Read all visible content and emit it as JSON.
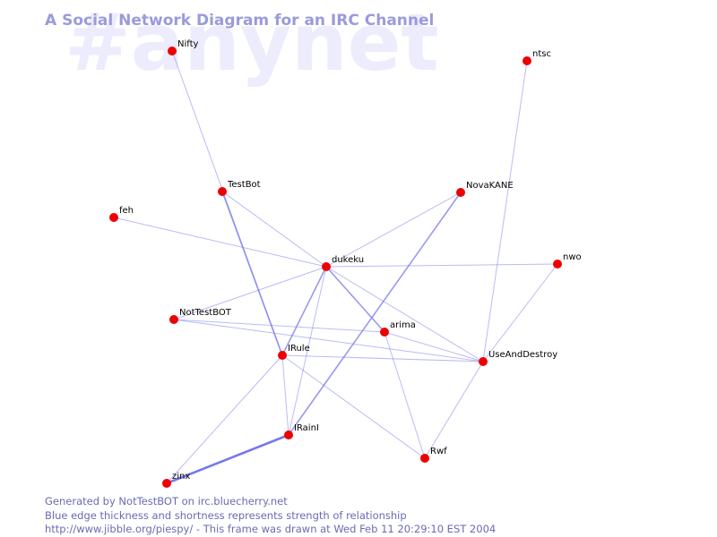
{
  "watermark": "#anynet",
  "title": "A Social Network Diagram for an IRC Channel",
  "colors": {
    "background": "#ffffff",
    "edge": "#7777ee",
    "node": "#ee0000",
    "title": "#9a9adc",
    "footer": "#6a6ab4"
  },
  "nodes": [
    {
      "id": "Nifty",
      "label": "Nifty"
    },
    {
      "id": "ntsc",
      "label": "ntsc"
    },
    {
      "id": "TestBot",
      "label": "TestBot"
    },
    {
      "id": "NovaKANE",
      "label": "NovaKANE"
    },
    {
      "id": "feh",
      "label": "feh"
    },
    {
      "id": "dukeku",
      "label": "dukeku"
    },
    {
      "id": "nwo",
      "label": "nwo"
    },
    {
      "id": "NotTestBOT",
      "label": "NotTestBOT"
    },
    {
      "id": "arima",
      "label": "arima"
    },
    {
      "id": "IRule",
      "label": "IRule"
    },
    {
      "id": "UseAndDestroy",
      "label": "UseAndDestroy"
    },
    {
      "id": "IRainI",
      "label": "IRainI"
    },
    {
      "id": "Rwf",
      "label": "Rwf"
    },
    {
      "id": "zinx",
      "label": "zinx"
    }
  ],
  "edges": [
    {
      "source": "Nifty",
      "target": "IRule",
      "weight": 1
    },
    {
      "source": "ntsc",
      "target": "UseAndDestroy",
      "weight": 1
    },
    {
      "source": "TestBot",
      "target": "dukeku",
      "weight": 1
    },
    {
      "source": "TestBot",
      "target": "IRule",
      "weight": 2
    },
    {
      "source": "NovaKANE",
      "target": "dukeku",
      "weight": 1
    },
    {
      "source": "NovaKANE",
      "target": "IRainI",
      "weight": 2
    },
    {
      "source": "feh",
      "target": "dukeku",
      "weight": 1
    },
    {
      "source": "dukeku",
      "target": "nwo",
      "weight": 1
    },
    {
      "source": "dukeku",
      "target": "NotTestBOT",
      "weight": 1
    },
    {
      "source": "dukeku",
      "target": "arima",
      "weight": 2
    },
    {
      "source": "dukeku",
      "target": "IRule",
      "weight": 2
    },
    {
      "source": "dukeku",
      "target": "UseAndDestroy",
      "weight": 1
    },
    {
      "source": "dukeku",
      "target": "IRainI",
      "weight": 1
    },
    {
      "source": "nwo",
      "target": "UseAndDestroy",
      "weight": 1
    },
    {
      "source": "NotTestBOT",
      "target": "arima",
      "weight": 1
    },
    {
      "source": "NotTestBOT",
      "target": "UseAndDestroy",
      "weight": 1
    },
    {
      "source": "arima",
      "target": "UseAndDestroy",
      "weight": 1
    },
    {
      "source": "arima",
      "target": "Rwf",
      "weight": 1
    },
    {
      "source": "IRule",
      "target": "UseAndDestroy",
      "weight": 1
    },
    {
      "source": "IRule",
      "target": "IRainI",
      "weight": 1
    },
    {
      "source": "IRule",
      "target": "Rwf",
      "weight": 1
    },
    {
      "source": "IRule",
      "target": "zinx",
      "weight": 1
    },
    {
      "source": "UseAndDestroy",
      "target": "Rwf",
      "weight": 1
    },
    {
      "source": "IRainI",
      "target": "zinx",
      "weight": 3
    }
  ],
  "footer": {
    "line1": "Generated by NotTestBOT on irc.bluecherry.net",
    "line2": "Blue edge thickness and shortness represents strength of relationship",
    "line3": "http://www.jibble.org/piespy/ - This frame was drawn at Wed Feb 11 20:29:10 EST 2004"
  }
}
